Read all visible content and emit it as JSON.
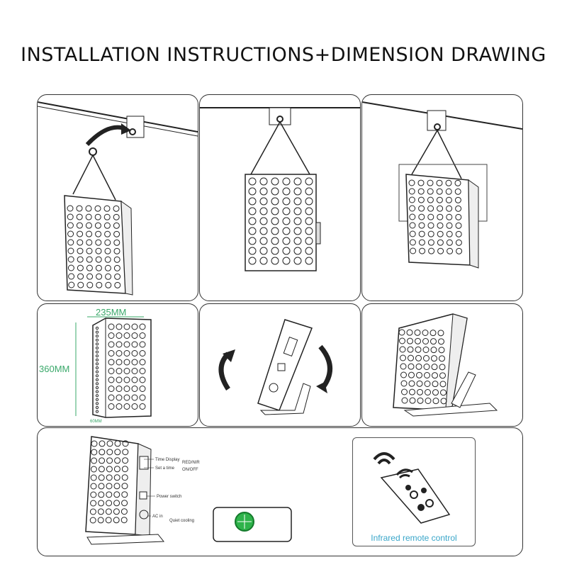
{
  "title": "INSTALLATION INSTRUCTIONS+DIMENSION DRAWING",
  "dimensions": {
    "width": "235MM",
    "height": "360MM",
    "depth": "60MM"
  },
  "callouts": {
    "time_display": "Time Display",
    "set_time": "Set a time",
    "red_nir": "RED/NIR",
    "on_off": "ON/OFF",
    "power_switch": "Power switch",
    "ac_in": "AC in",
    "quiet_cooling": "Quiet cooling"
  },
  "remote": {
    "label": "Infrared remote control"
  }
}
